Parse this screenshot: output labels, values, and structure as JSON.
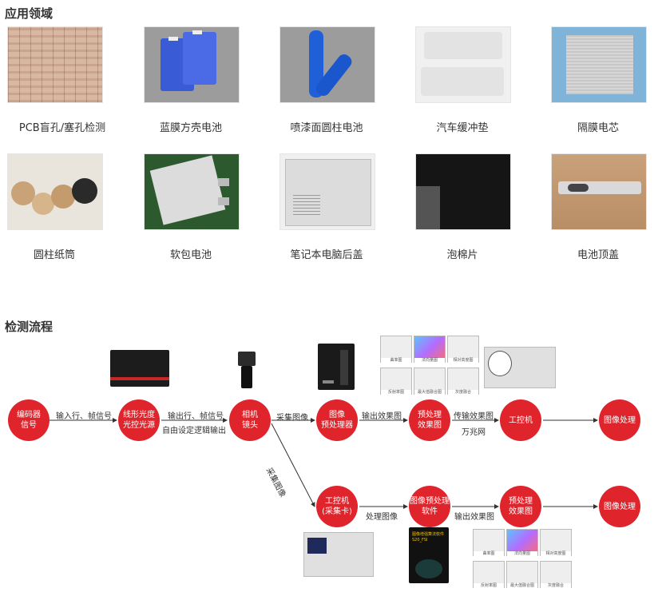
{
  "sections": {
    "applications_title": "应用领域",
    "process_title": "检测流程"
  },
  "applications": [
    {
      "label": "PCB盲孔/塞孔检测",
      "icon": "pcb-board-image"
    },
    {
      "label": "蓝膜方壳电池",
      "icon": "blue-film-battery-image"
    },
    {
      "label": "喷漆面圆柱电池",
      "icon": "cylindrical-battery-image"
    },
    {
      "label": "汽车缓冲垫",
      "icon": "car-cushion-image"
    },
    {
      "label": "隔膜电芯",
      "icon": "separator-cell-image"
    },
    {
      "label": "圆柱纸筒",
      "icon": "paper-tube-image"
    },
    {
      "label": "软包电池",
      "icon": "pouch-battery-image"
    },
    {
      "label": "笔记本电脑后盖",
      "icon": "laptop-cover-image"
    },
    {
      "label": "泡棉片",
      "icon": "foam-sheet-image"
    },
    {
      "label": "电池顶盖",
      "icon": "battery-top-cover-image"
    }
  ],
  "flow": {
    "nodes": {
      "encoder": "编码器\n信号",
      "light": "线形光度\n光控光源",
      "camera": "相机\n镜头",
      "preproc": "图像\n预处理器",
      "effect": "预处理\n效果图",
      "ipc_top": "工控机",
      "proc_top": "图像处理",
      "ipc_card": "工控机\n(采集卡)",
      "software": "图像预处理\n软件",
      "effect_bottom": "预处理\n效果图",
      "proc_bottom": "图像处理"
    },
    "labels": {
      "input": "输入行、帧信号",
      "output": "输出行、帧信号",
      "logic": "自由设定逻辑输出",
      "capture": "采集图像",
      "out_effect": "输出效果图",
      "transfer": "传输效果图",
      "gige": "万兆网",
      "capture_diag": "采集图像",
      "process": "处理图像",
      "out_effect_bottom": "输出效果图"
    },
    "thumbnail_captions": [
      "曲率图",
      "法向量图",
      "相对高度图",
      "反射率图",
      "最大值融合图",
      "灰度融合"
    ],
    "software_box": "图像增强算法软件\nS20_FSI"
  },
  "colors": {
    "node": "#e0242c",
    "arrow": "#333333"
  }
}
